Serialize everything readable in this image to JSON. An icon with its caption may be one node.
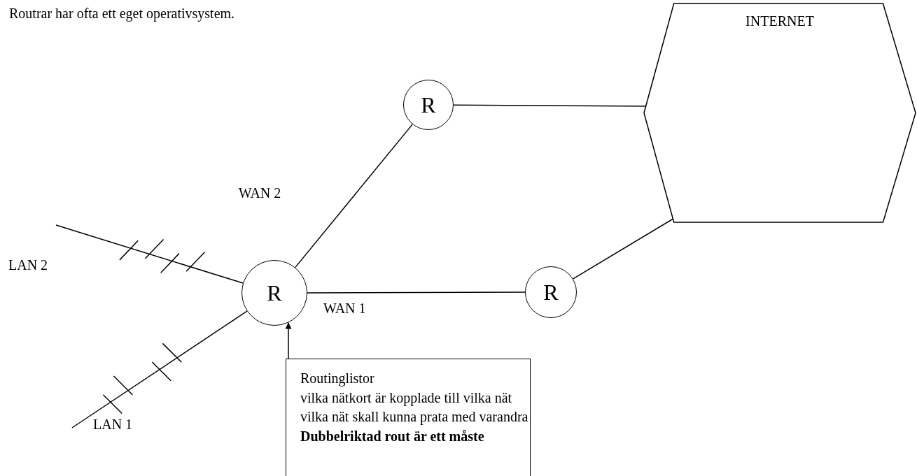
{
  "diagram": {
    "title": "Routrar har ofta ett eget operativsystem.",
    "nodes": [
      {
        "text": [
          "R"
        ]
      },
      {
        "text": [
          "INTERNET"
        ]
      },
      {
        "text": [
          "R"
        ]
      },
      {
        "text": [
          "R"
        ]
      },
      {
        "text": [
          "Routinglistor",
          "vilka nätkort är kopplade till vilka nät",
          "vilka nät skall kunna prata med varandra",
          "Dubbelriktad rout är ett måste"
        ]
      }
    ],
    "edges": [
      {
        "from": 2,
        "to": 0,
        "arrow": "none",
        "label": "WAN 2"
      },
      {
        "from": 0,
        "to": 1,
        "arrow": "none"
      },
      {
        "from": 2,
        "to": 3,
        "arrow": "none",
        "label": "WAN 1"
      },
      {
        "from": 3,
        "to": 1,
        "arrow": "none"
      },
      {
        "from": null,
        "to": 2,
        "arrow": "none",
        "label": "LAN 2"
      },
      {
        "from": null,
        "to": 2,
        "arrow": "none",
        "label": "LAN 1"
      },
      {
        "from": 4,
        "to": 2,
        "arrow": "to"
      }
    ]
  }
}
